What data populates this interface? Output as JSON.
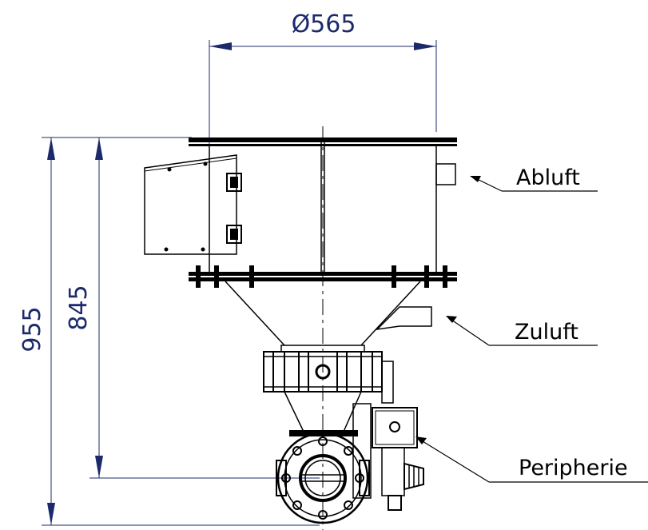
{
  "dimensions": {
    "diameter": "Ø565",
    "height_total": "955",
    "height_partial": "845"
  },
  "labels": {
    "abluft": "Abluft",
    "zuluft": "Zuluft",
    "peripherie": "Peripherie"
  },
  "colors": {
    "dimension": "#1c2a6b",
    "drawing": "#000000"
  }
}
